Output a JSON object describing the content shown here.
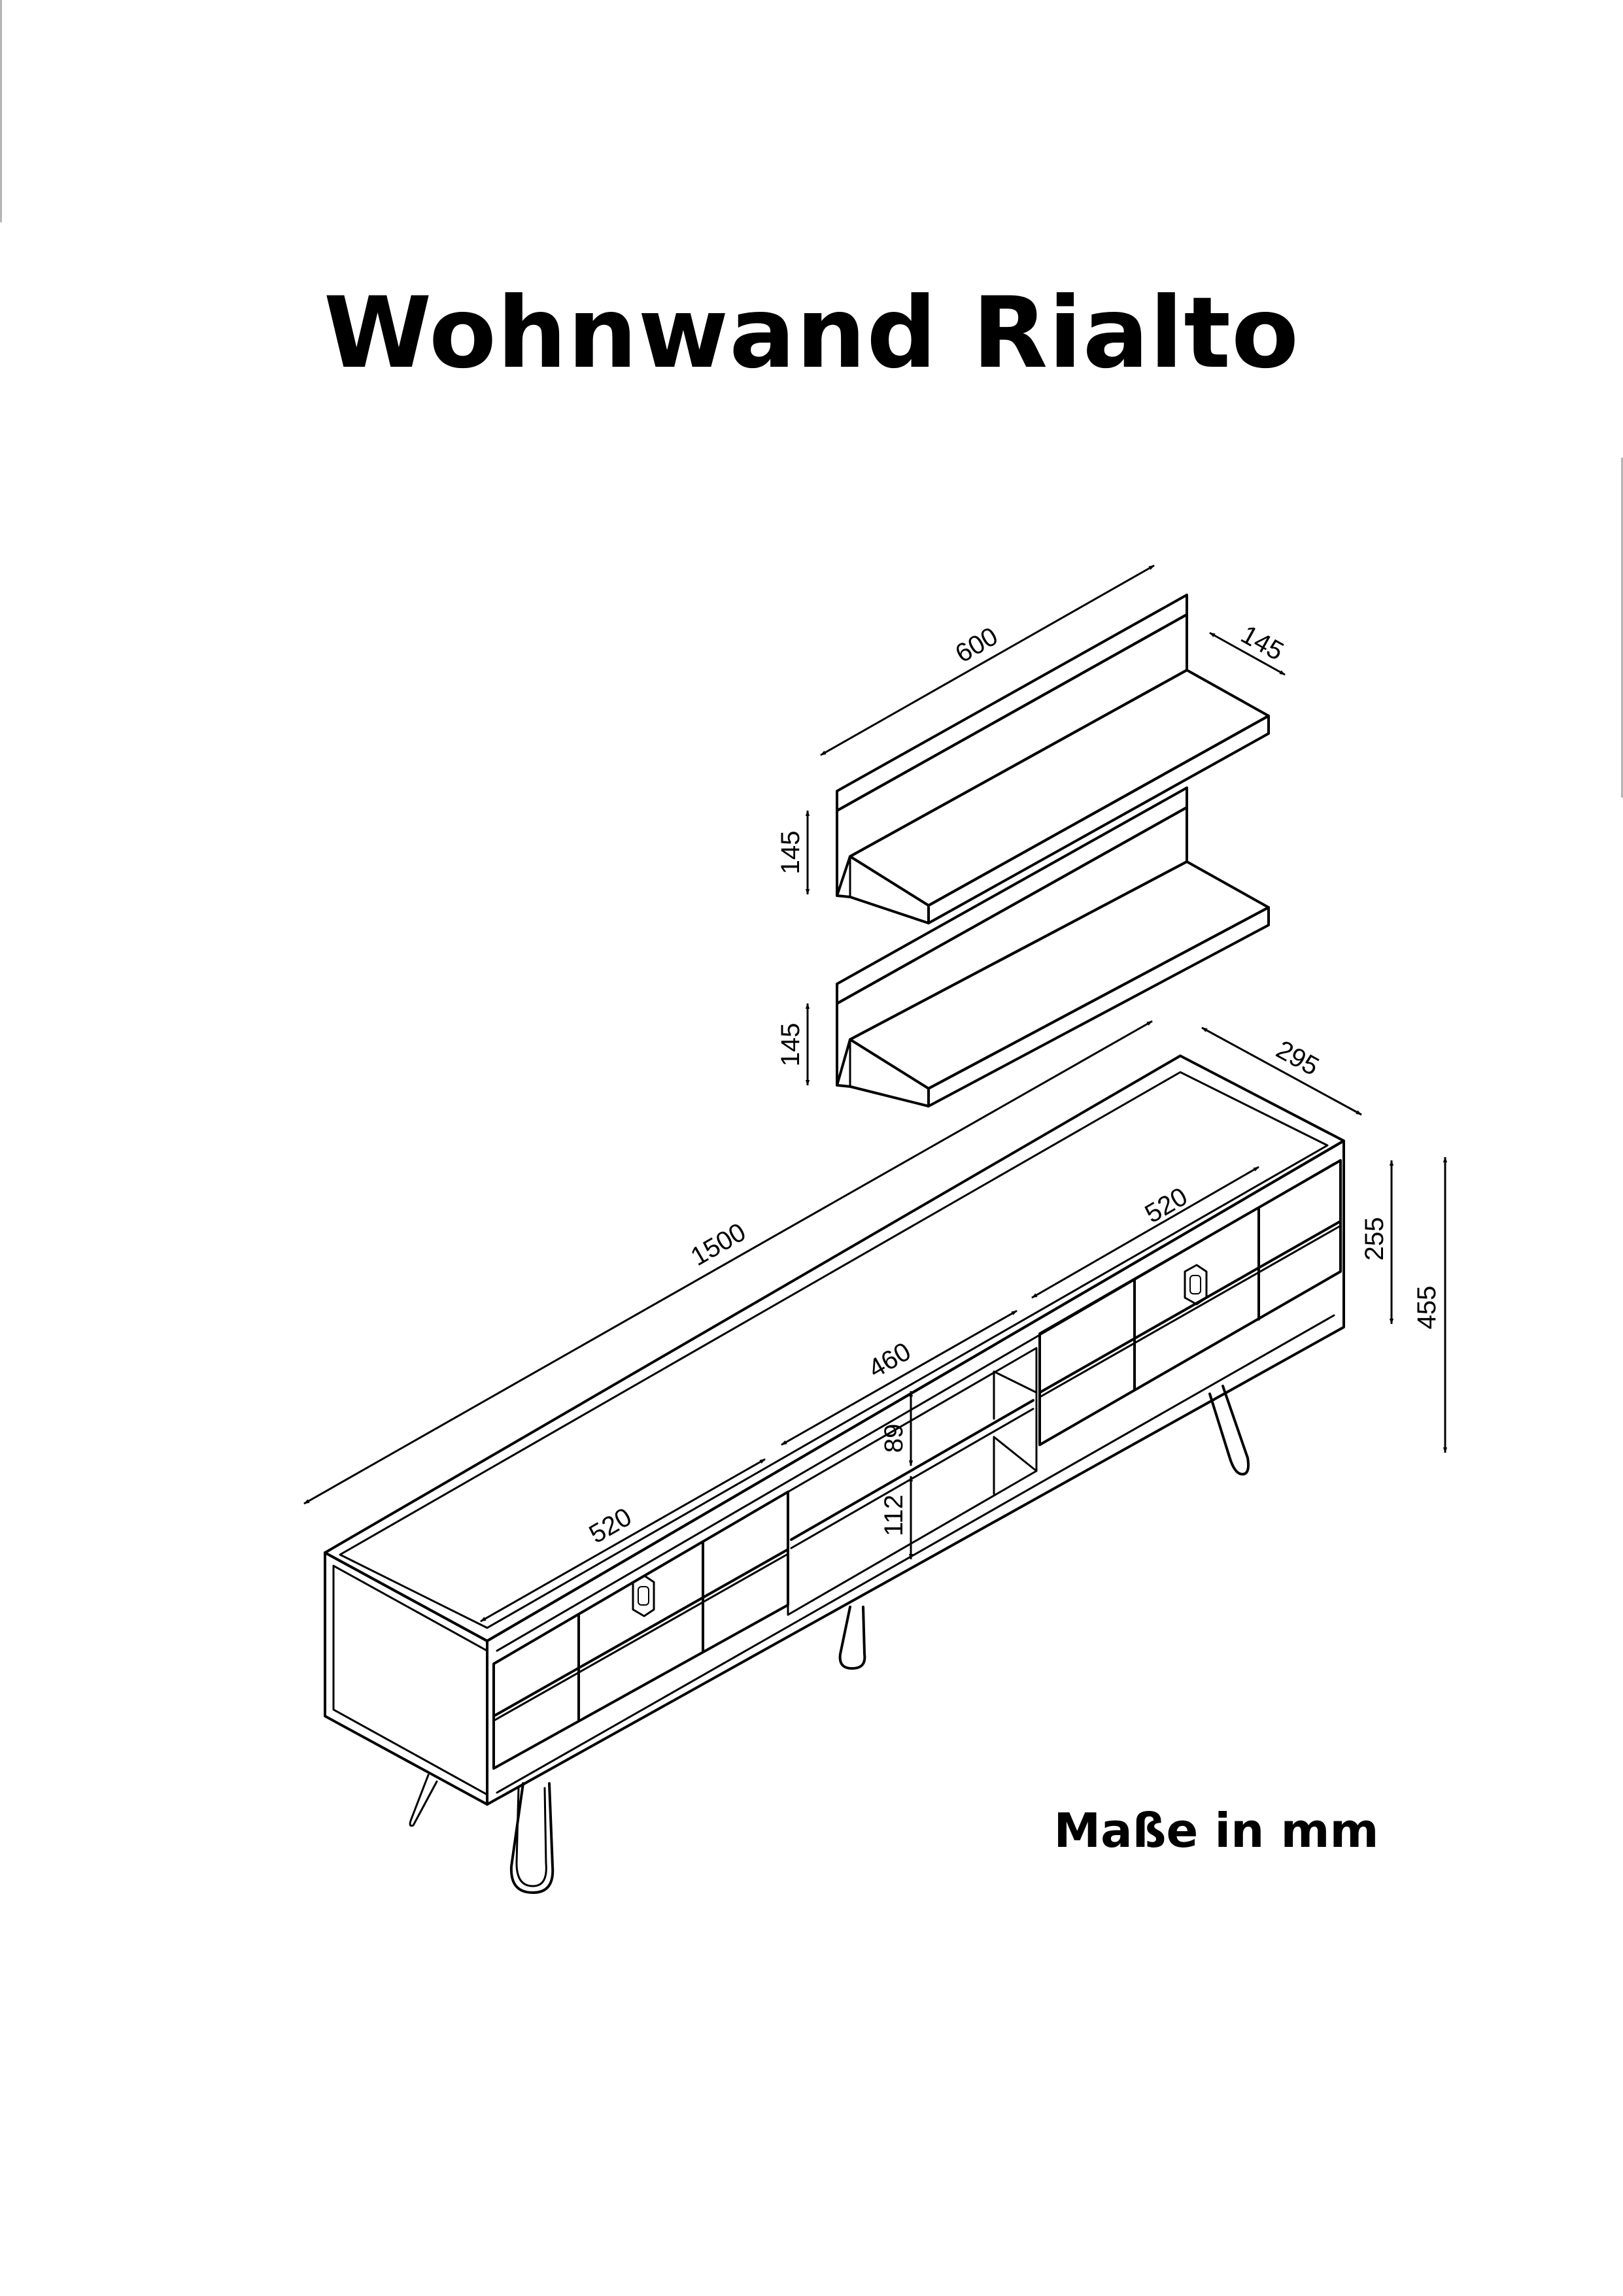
{
  "title": "Wohnwand Rialto",
  "note": "Maße in mm",
  "dimensions": {
    "shelf_width": "600",
    "shelf_depth": "145",
    "shelf_upper_height": "145",
    "shelf_lower_height": "145",
    "unit_width": "1500",
    "unit_depth": "295",
    "unit_body_height": "255",
    "unit_total_height": "455",
    "left_section_width": "520",
    "middle_section_width": "460",
    "right_section_width": "520",
    "middle_upper_opening": "89",
    "middle_lower_opening": "112"
  }
}
